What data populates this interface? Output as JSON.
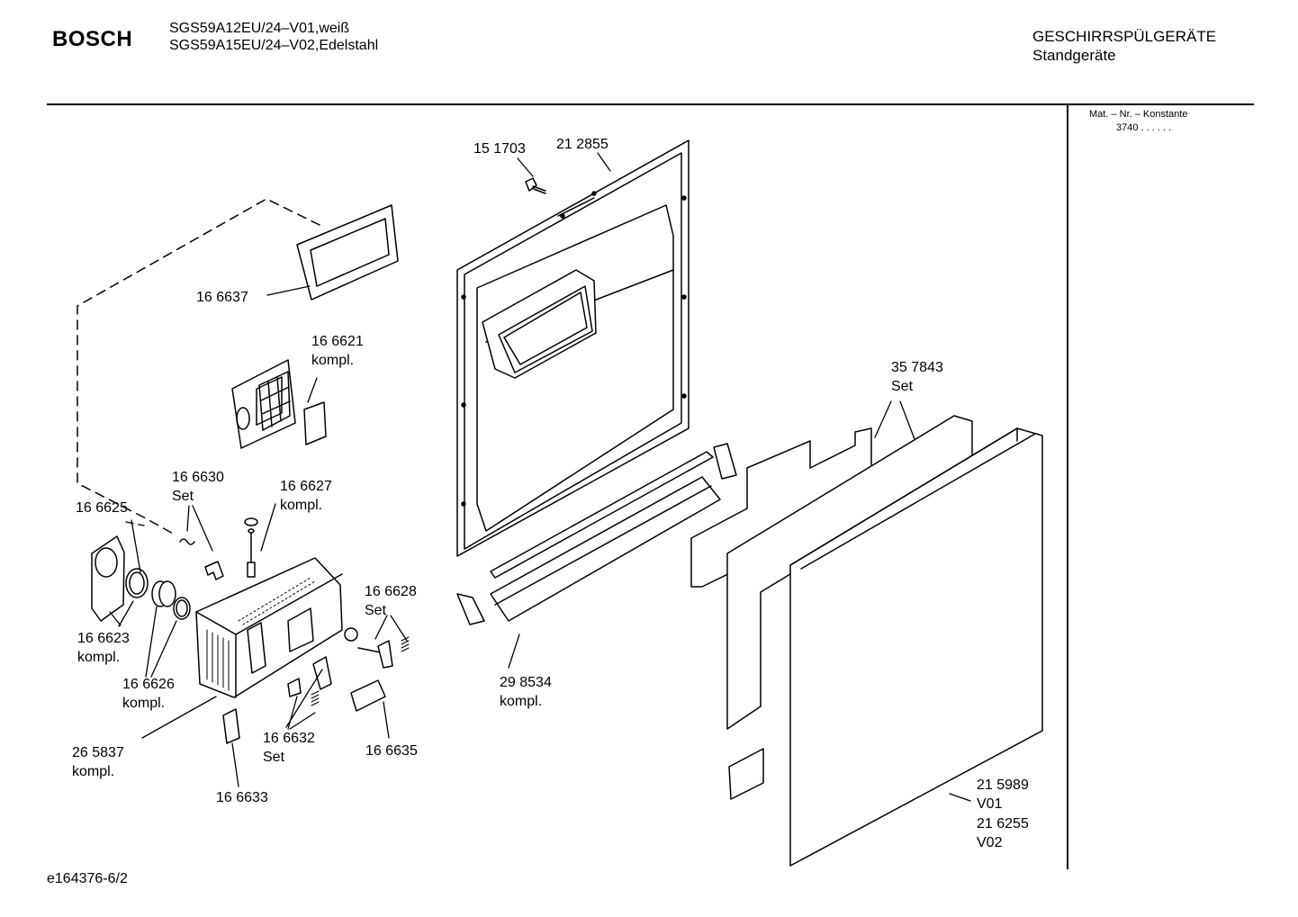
{
  "header": {
    "brand": "BOSCH",
    "model_1": "SGS59A12EU/24–V01,weiß",
    "model_2": "SGS59A15EU/24–V02,Edelstahl",
    "category_1": "GESCHIRRSPÜLGERÄTE",
    "category_2": "Standgeräte"
  },
  "side_panel": {
    "label": "Mat. – Nr. – Konstante",
    "value": "3740  .  .  .  .  .  ."
  },
  "doc_id": "e164376-6/2",
  "parts": [
    {
      "id": "p151703",
      "line1": "15 1703",
      "line2": ""
    },
    {
      "id": "p212855",
      "line1": "21 2855",
      "line2": ""
    },
    {
      "id": "p166637",
      "line1": "16 6637",
      "line2": ""
    },
    {
      "id": "p166621",
      "line1": "16 6621",
      "line2": "kompl."
    },
    {
      "id": "p357843",
      "line1": "35 7843",
      "line2": "Set"
    },
    {
      "id": "p166630",
      "line1": "16 6630",
      "line2": "Set"
    },
    {
      "id": "p166627",
      "line1": "16 6627",
      "line2": "kompl."
    },
    {
      "id": "p166625",
      "line1": "16 6625",
      "line2": ""
    },
    {
      "id": "p166628",
      "line1": "16 6628",
      "line2": "Set"
    },
    {
      "id": "p166623",
      "line1": "16 6623",
      "line2": "kompl."
    },
    {
      "id": "p298534",
      "line1": "29 8534",
      "line2": "kompl."
    },
    {
      "id": "p166626",
      "line1": "16 6626",
      "line2": "kompl."
    },
    {
      "id": "p265837",
      "line1": "26 5837",
      "line2": "kompl."
    },
    {
      "id": "p166632",
      "line1": "16 6632",
      "line2": "Set"
    },
    {
      "id": "p166635",
      "line1": "16 6635",
      "line2": ""
    },
    {
      "id": "p166633",
      "line1": "16 6633",
      "line2": ""
    },
    {
      "id": "p215989",
      "line1": "21 5989",
      "line2": "V01"
    },
    {
      "id": "p216255",
      "line1": "21 6255",
      "line2": "V02"
    }
  ]
}
